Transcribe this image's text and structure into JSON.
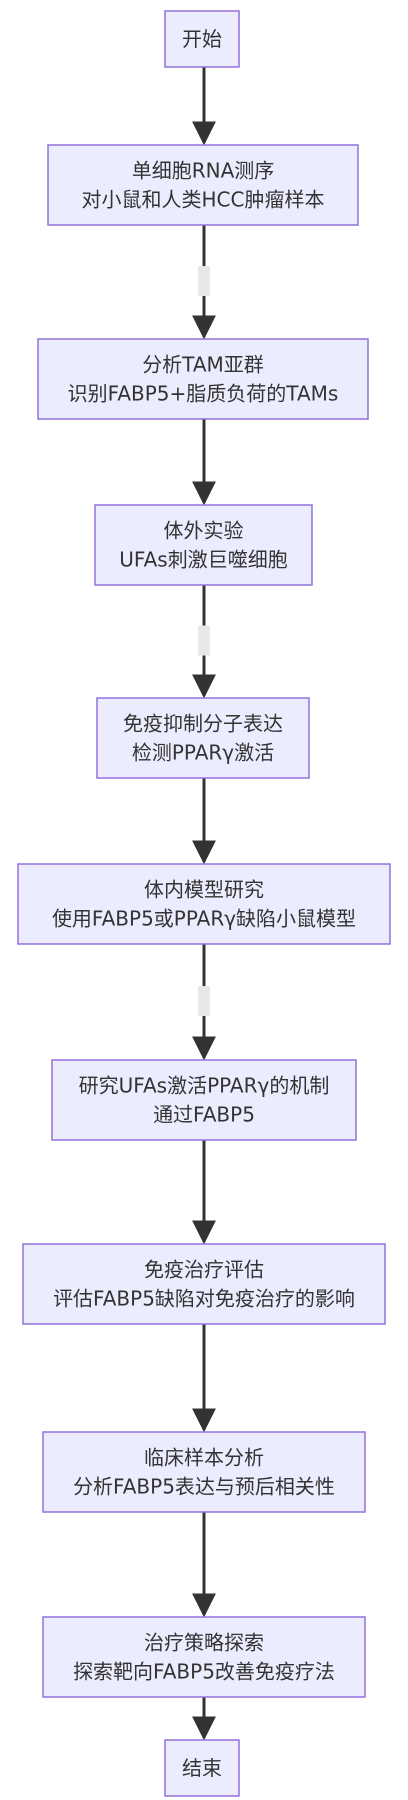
{
  "diagram": {
    "nodes": [
      {
        "id": "start",
        "lines": [
          "开始"
        ]
      },
      {
        "id": "scrna",
        "lines": [
          "单细胞RNA测序",
          "对小鼠和人类HCC肿瘤样本"
        ]
      },
      {
        "id": "tam",
        "lines": [
          "分析TAM亚群",
          "识别FABP5+脂质负荷的TAMs"
        ]
      },
      {
        "id": "invitro",
        "lines": [
          "体外实验",
          "UFAs刺激巨噬细胞"
        ]
      },
      {
        "id": "immune",
        "lines": [
          "免疫抑制分子表达",
          "检测PPARγ激活"
        ]
      },
      {
        "id": "invivo",
        "lines": [
          "体内模型研究",
          "使用FABP5或PPARγ缺陷小鼠模型"
        ]
      },
      {
        "id": "mechanism",
        "lines": [
          "研究UFAs激活PPARγ的机制",
          "通过FABP5"
        ]
      },
      {
        "id": "immunotherapy",
        "lines": [
          "免疫治疗评估",
          "评估FABP5缺陷对免疫治疗的影响"
        ]
      },
      {
        "id": "clinical",
        "lines": [
          "临床样本分析",
          "分析FABP5表达与预后相关性"
        ]
      },
      {
        "id": "strategy",
        "lines": [
          "治疗策略探索",
          "探索靶向FABP5改善免疫疗法"
        ]
      },
      {
        "id": "end",
        "lines": [
          "结束"
        ]
      }
    ],
    "edges": [
      {
        "from": "start",
        "to": "scrna",
        "label": false
      },
      {
        "from": "scrna",
        "to": "tam",
        "label": true
      },
      {
        "from": "tam",
        "to": "invitro",
        "label": false
      },
      {
        "from": "invitro",
        "to": "immune",
        "label": true
      },
      {
        "from": "immune",
        "to": "invivo",
        "label": false
      },
      {
        "from": "invivo",
        "to": "mechanism",
        "label": true
      },
      {
        "from": "mechanism",
        "to": "immunotherapy",
        "label": false
      },
      {
        "from": "immunotherapy",
        "to": "clinical",
        "label": false
      },
      {
        "from": "clinical",
        "to": "strategy",
        "label": false
      },
      {
        "from": "strategy",
        "to": "end",
        "label": false
      }
    ],
    "colors": {
      "node_fill": "#ECECFF",
      "node_stroke": "#9370DB",
      "edge": "#333333",
      "text": "#333333",
      "edge_label_bg": "#e8e8e8"
    }
  }
}
